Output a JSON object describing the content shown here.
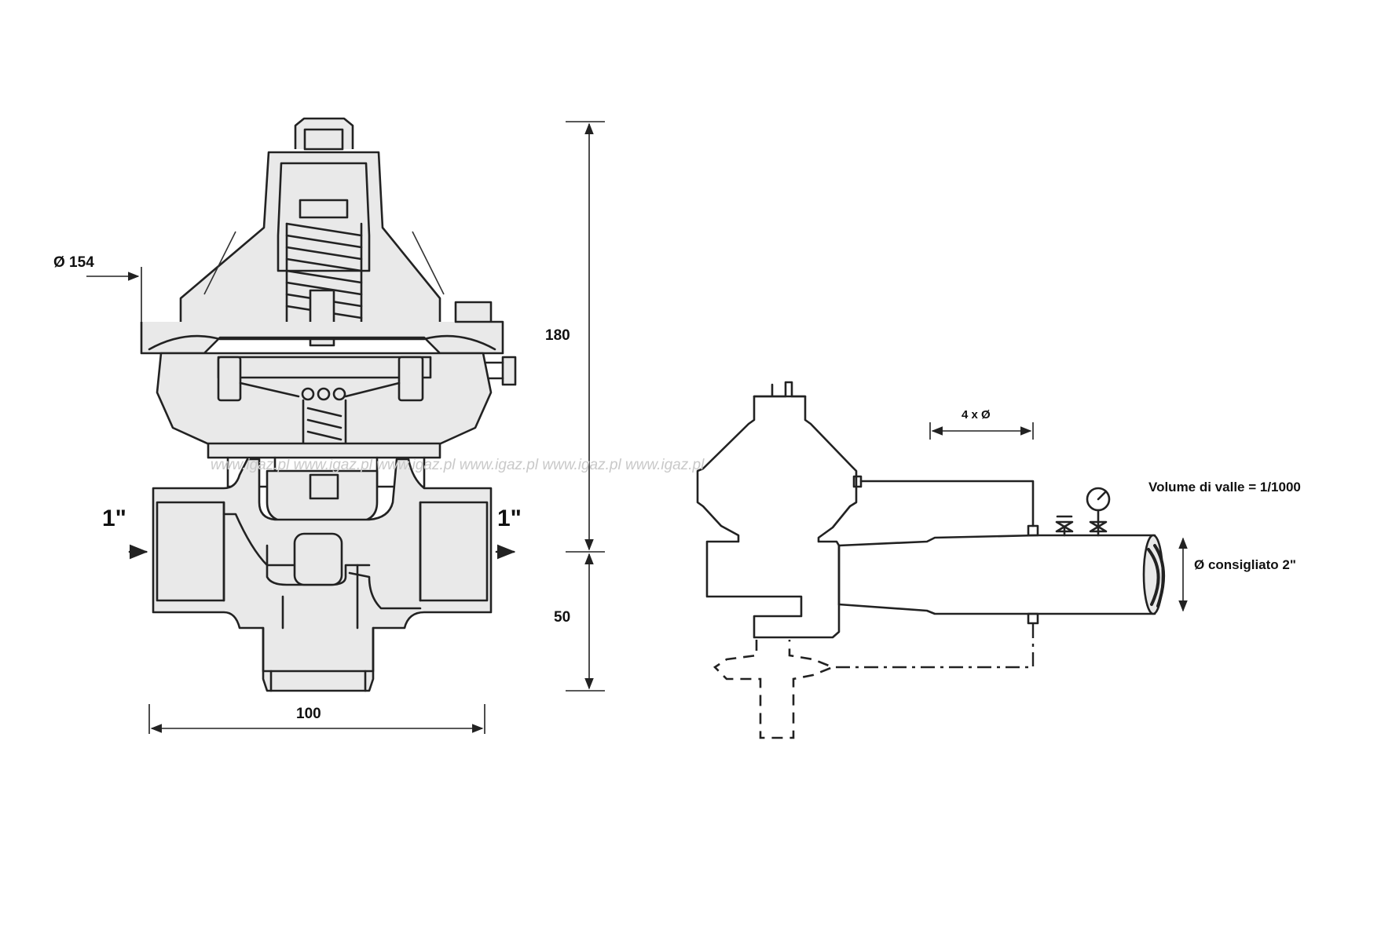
{
  "left_drawing": {
    "diameter_label": "Ø 154",
    "height_total_label": "180",
    "height_lower_label": "50",
    "width_label": "100",
    "inlet_label": "1\"",
    "outlet_label": "1\""
  },
  "right_drawing": {
    "spacing_label": "4 x Ø",
    "volume_note": "Volume di valle = 1/1000",
    "pipe_note": "Ø consigliato 2\""
  },
  "watermark": "www.igaz.pl www.igaz.pl www.igaz.pl www.igaz.pl www.igaz.pl www.igaz.pl"
}
